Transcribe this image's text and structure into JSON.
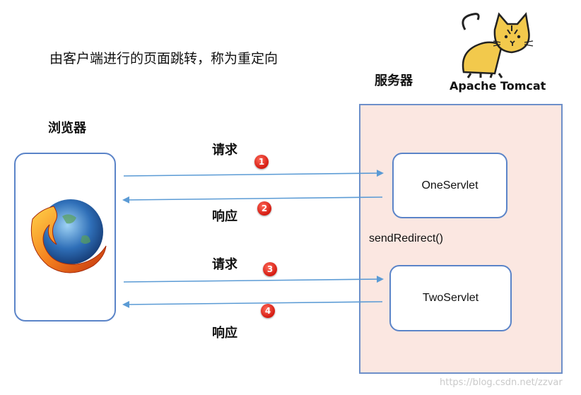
{
  "title": "由客户端进行的页面跳转，称为重定向",
  "server": {
    "label": "服务器",
    "tomcat_text": "Apache Tomcat",
    "servlet_one": "OneServlet",
    "servlet_two": "TwoServlet",
    "redirect_call": "sendRedirect()"
  },
  "browser": {
    "label": "浏览器"
  },
  "steps": [
    {
      "label": "请求",
      "number": "1",
      "direction": "right"
    },
    {
      "label": "响应",
      "number": "2",
      "direction": "left"
    },
    {
      "label": "请求",
      "number": "3",
      "direction": "right"
    },
    {
      "label": "响应",
      "number": "4",
      "direction": "left"
    }
  ],
  "watermark": "https://blog.csdn.net/zzvar",
  "colors": {
    "arrow": "#5b9bd5",
    "server_fill": "#fbe7e1",
    "box_border": "#5b84c8",
    "badge": "#d41a10"
  }
}
